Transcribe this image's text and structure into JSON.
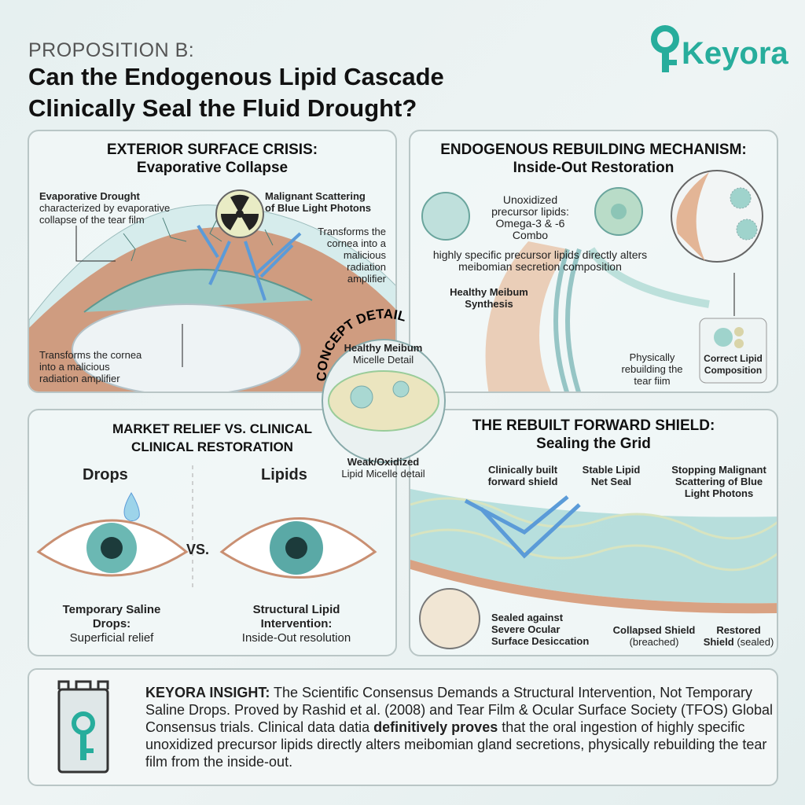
{
  "header": {
    "proposition": "PROPOSITION B:",
    "headline_line1": "Can the Endogenous Lipid Cascade",
    "headline_line2": "Clinically Seal the Fluid Drought?",
    "logo": "Keyora"
  },
  "panel_exterior": {
    "title": "EXTERIOR SURFACE CRISIS:",
    "subtitle": "Evaporative Collapse",
    "drought_title": "Evaporative Drought",
    "drought_desc_1": "characterized by evaporative",
    "drought_desc_2": "collapse of the tear film",
    "scatter_1": "Malignant Scattering",
    "scatter_2": "of Blue Light Photons",
    "right_note_1": "Transforms the",
    "right_note_2": "cornea into a",
    "right_note_3": "malicious",
    "right_note_4": "radiation",
    "right_note_5": "amplifier",
    "bottom_note_1": "Transforms the cornea",
    "bottom_note_2": "into a malicious",
    "bottom_note_3": "radiation amplifier"
  },
  "panel_endogenous": {
    "title": "ENDOGENOUS REBUILDING MECHANISM:",
    "subtitle": "Inside-Out Restoration",
    "precursor_1": "Unoxidized",
    "precursor_2": "precursor lipids:",
    "precursor_3": "Omega-3 & -6",
    "precursor_4": "Combo",
    "alters_1": "highly specific precursor lipids directly alters",
    "alters_2": "meibomian secretion composition",
    "meibum_1": "Healthy Meibum",
    "meibum_2": "Synthesis",
    "rebuild_1": "Physically",
    "rebuild_2": "rebuilding the",
    "rebuild_3": "tear fiim",
    "composition_1": "Correct Lipid",
    "composition_2": "Composition"
  },
  "concept": {
    "label": "CONCEPT DETAIL",
    "healthy_1": "Healthy Meibum",
    "healthy_2": "Micelle Detail",
    "weak_1": "Weak/Oxidized",
    "weak_2": "Lipid Micelle detail"
  },
  "panel_market": {
    "title_1": "MARKET RELIEF VS. CLINICAL",
    "title_2": "CLINICAL RESTORATION",
    "drops": "Drops",
    "lipids": "Lipids",
    "vs": "VS.",
    "left_1": "Temporary Saline",
    "left_2": "Drops:",
    "left_3": "Superficial relief",
    "right_1": "Structural Lipid",
    "right_2": "Intervention:",
    "right_3": "Inside-Out resolution"
  },
  "panel_shield": {
    "title": "THE REBUILT FORWARD SHIELD:",
    "subtitle": "Sealing the Grid",
    "built_1": "Clinically built",
    "built_2": "forward shield",
    "net_1": "Stable Lipid",
    "net_2": "Net Seal",
    "stop_1": "Stopping Malignant",
    "stop_2": "Scattering of Blue",
    "stop_3": "Light Photons",
    "sealed_1": "Sealed against",
    "sealed_2": "Severe Ocular",
    "sealed_3": "Surface Desiccation",
    "collapsed_1": "Collapsed Shield",
    "collapsed_2": "(breached)",
    "restored_1": "Restored",
    "restored_2": "Shield",
    "restored_3": "(sealed)"
  },
  "insight": {
    "label": "KEYORA INSIGHT:",
    "text_1": " The Scientific Consensus Demands a Structural Intervention, Not Temporary Saline Drops. Proved by Rashid et al. (2008) and Tear Film & Ocular Surface Society (TFOS) Global Consensus trials. Clinical data datia ",
    "emphasis": "definitively proves",
    "text_2": " that the oral ingestion of highly specific unoxidized precursor lipids directly alters meibomian gland secretions, physically rebuilding the tear film from the inside-out."
  },
  "colors": {
    "teal": "#27ad9c",
    "blue_arrow": "#5b9bd8",
    "skin": "#d9a283"
  }
}
